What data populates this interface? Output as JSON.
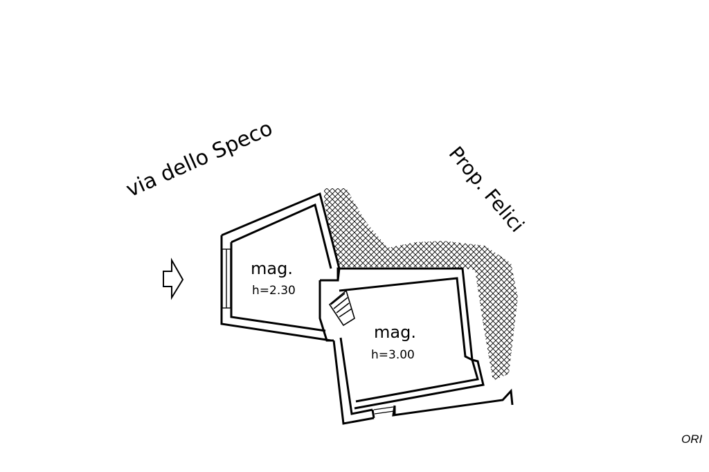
{
  "street_label": "via dello Speco",
  "neighbor_label": "Prop. Felici",
  "rooms": [
    {
      "name": "mag.",
      "height": "h=2.30"
    },
    {
      "name": "mag.",
      "height": "h=3.00"
    }
  ],
  "cut_text": "ORI",
  "colors": {
    "ink": "#000000",
    "paper": "#ffffff"
  },
  "icons": [
    "entrance-arrow-icon",
    "window-symbol",
    "stair-symbol"
  ]
}
